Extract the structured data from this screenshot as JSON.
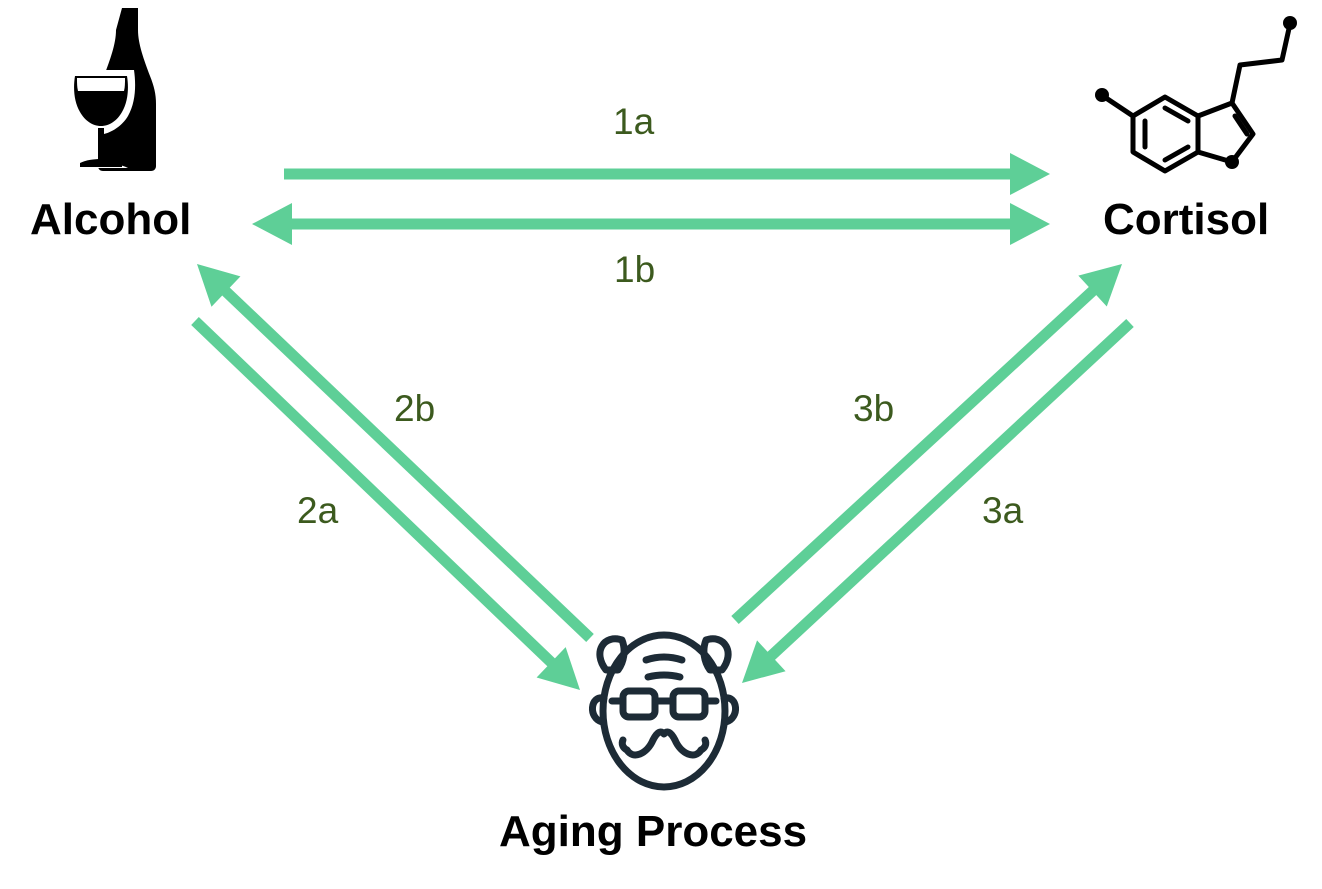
{
  "colors": {
    "arrow": "#5ecf97",
    "edge_label": "#3c5a1e",
    "icon": "#1d2b36",
    "node_label": "#000000"
  },
  "nodes": {
    "alcohol": {
      "label": "Alcohol",
      "icon": "wine-bottle-glass-icon"
    },
    "cortisol": {
      "label": "Cortisol",
      "icon": "molecule-structure-icon"
    },
    "aging": {
      "label": "Aging Process",
      "icon": "elderly-man-icon"
    }
  },
  "edges": [
    {
      "id": "1a",
      "label": "1a",
      "from": "Alcohol",
      "to": "Cortisol"
    },
    {
      "id": "1b",
      "label": "1b",
      "from": "Cortisol",
      "to": "Alcohol"
    },
    {
      "id": "2a",
      "label": "2a",
      "from": "Alcohol",
      "to": "Aging Process"
    },
    {
      "id": "2b",
      "label": "2b",
      "from": "Aging Process",
      "to": "Alcohol"
    },
    {
      "id": "3a",
      "label": "3a",
      "from": "Cortisol",
      "to": "Aging Process"
    },
    {
      "id": "3b",
      "label": "3b",
      "from": "Aging Process",
      "to": "Cortisol"
    }
  ]
}
